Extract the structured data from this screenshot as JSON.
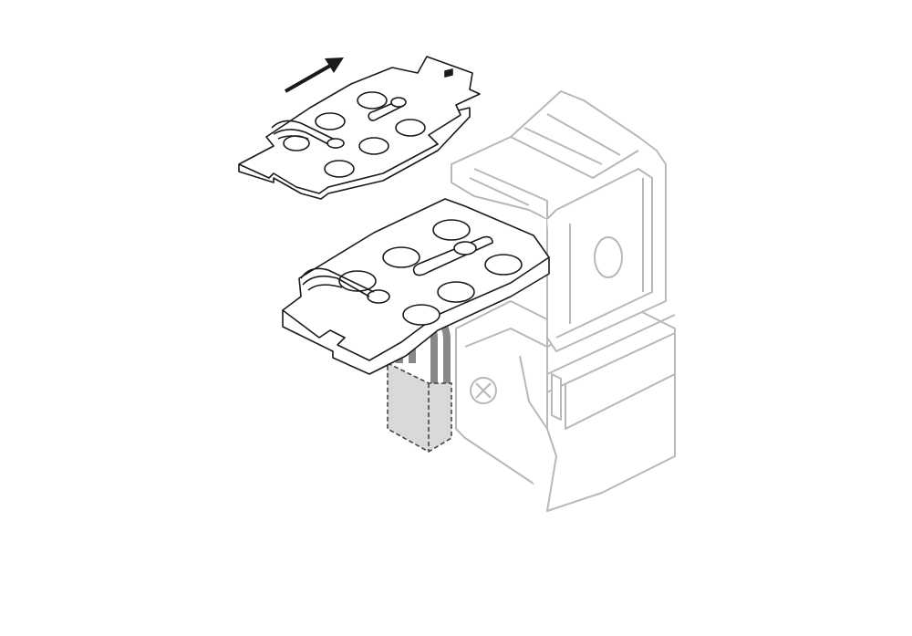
{
  "figure": {
    "description_label": "",
    "parts": [
      "direction-arrow",
      "lock-plate-upper",
      "lock-plate-lower",
      "breaker-handle-body",
      "padlock",
      "mounting-screw"
    ]
  },
  "colors": {
    "line": "#1a1a1a",
    "device_line": "#b8b8b8",
    "padlock_fill": "#d9d9d9",
    "padlock_line": "#444444",
    "background": "#ffffff"
  }
}
